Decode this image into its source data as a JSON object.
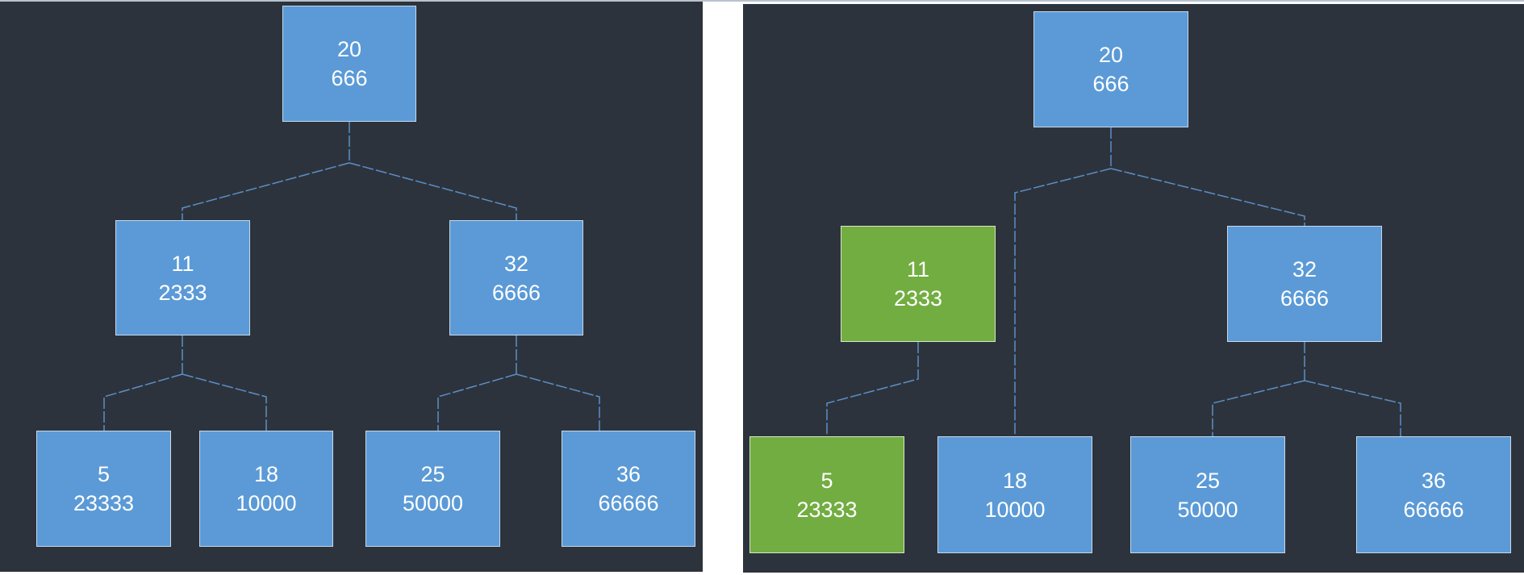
{
  "colors": {
    "background": "#2d333c",
    "node_blue": "#5b9ad6",
    "node_green": "#72ad41",
    "connector": "#5b8fc7"
  },
  "left_tree": {
    "root": {
      "key": "20",
      "value": "666"
    },
    "n11": {
      "key": "11",
      "value": "2333"
    },
    "n32": {
      "key": "32",
      "value": "6666"
    },
    "n5": {
      "key": "5",
      "value": "23333"
    },
    "n18": {
      "key": "18",
      "value": "10000"
    },
    "n25": {
      "key": "25",
      "value": "50000"
    },
    "n36": {
      "key": "36",
      "value": "66666"
    }
  },
  "right_tree": {
    "root": {
      "key": "20",
      "value": "666"
    },
    "n11": {
      "key": "11",
      "value": "2333",
      "highlight": "green"
    },
    "n32": {
      "key": "32",
      "value": "6666"
    },
    "n5": {
      "key": "5",
      "value": "23333",
      "highlight": "green"
    },
    "n18": {
      "key": "18",
      "value": "10000"
    },
    "n25": {
      "key": "25",
      "value": "50000"
    },
    "n36": {
      "key": "36",
      "value": "66666"
    }
  }
}
